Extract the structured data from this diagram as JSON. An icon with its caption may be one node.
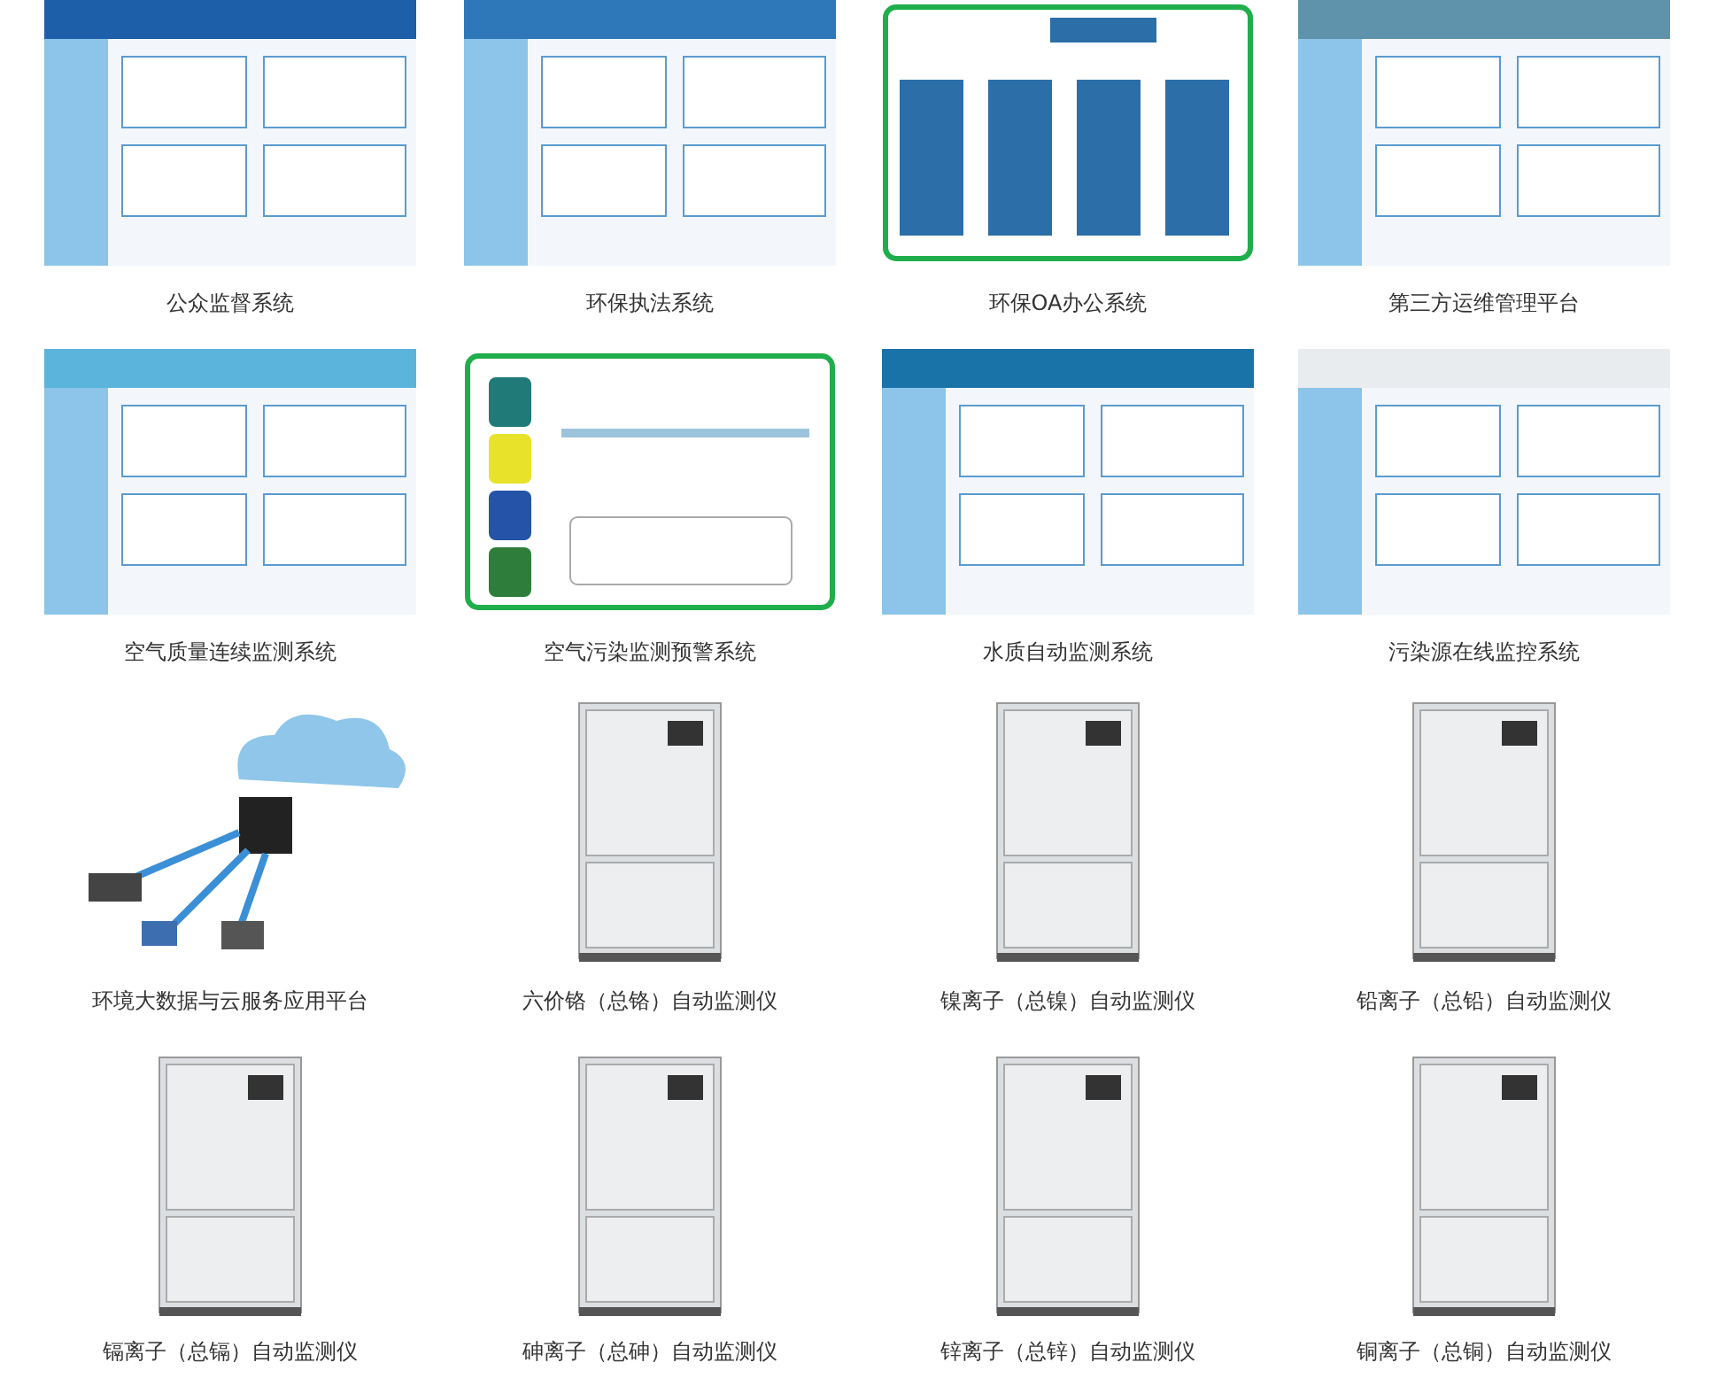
{
  "diagram": {
    "labels": [
      "公众监督系统",
      "环保执法系统",
      "环保OA办公系统",
      "第三方运维管理平台",
      "空气质量连续监测系统",
      "空气污染监测预警系统",
      "水质自动监测系统",
      "污染源在线监控系统",
      "环境大数据与云服务应用平台",
      "六价铬（总铬）自动监测仪",
      "镍离子（总镍）自动监测仪",
      "铅离子（总铅）自动监测仪",
      "镉离子（总镉）自动监测仪",
      "砷离子（总砷）自动监测仪",
      "锌离子（总锌）自动监测仪",
      "铜离子（总铜）自动监测仪"
    ]
  }
}
